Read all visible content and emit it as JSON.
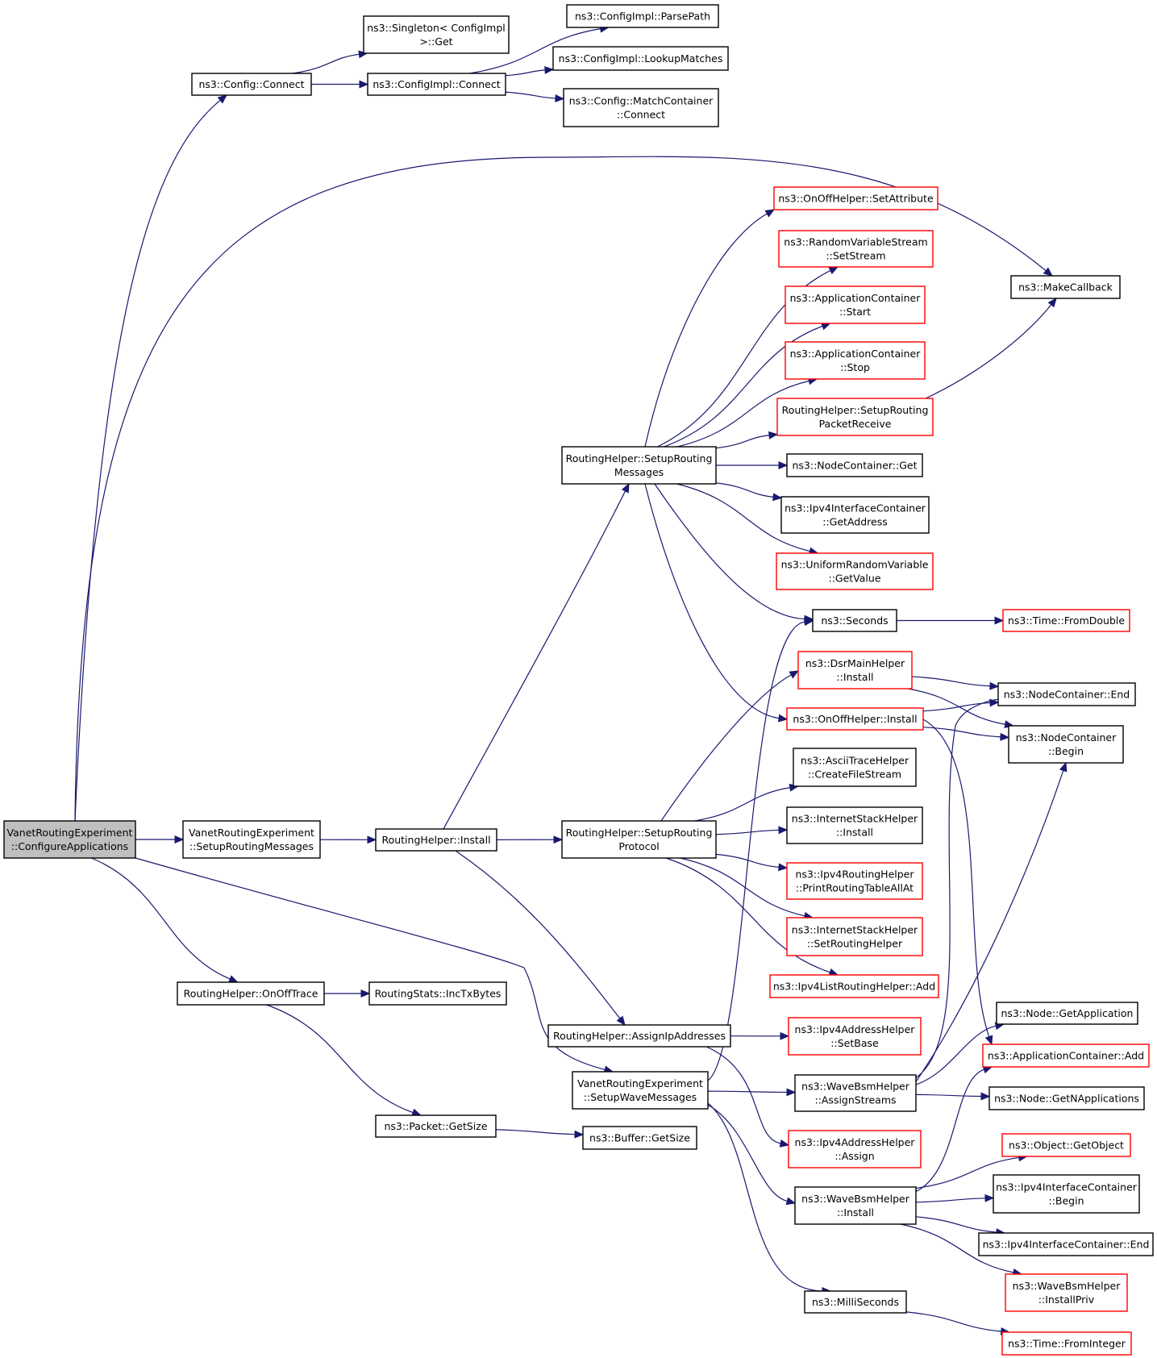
{
  "colors": {
    "edge": "#191970",
    "normal_border": "#000000",
    "truncated_border": "#ff0000",
    "root_fill": "#bfbfbf",
    "node_fill": "#ffffff"
  },
  "nodes": [
    {
      "id": "root",
      "lines": [
        "VanetRoutingExperiment",
        "::ConfigureApplications"
      ],
      "style": "root"
    },
    {
      "id": "cfg_connect",
      "lines": [
        "ns3::Config::Connect"
      ],
      "style": "normal"
    },
    {
      "id": "singleton_get",
      "lines": [
        "ns3::Singleton< ConfigImpl",
        ">::Get"
      ],
      "style": "normal"
    },
    {
      "id": "cfgimpl_connect",
      "lines": [
        "ns3::ConfigImpl::Connect"
      ],
      "style": "normal"
    },
    {
      "id": "parsepath",
      "lines": [
        "ns3::ConfigImpl::ParsePath"
      ],
      "style": "normal"
    },
    {
      "id": "lookupmatches",
      "lines": [
        "ns3::ConfigImpl::LookupMatches"
      ],
      "style": "normal"
    },
    {
      "id": "matchcontainer",
      "lines": [
        "ns3::Config::MatchContainer",
        "::Connect"
      ],
      "style": "normal"
    },
    {
      "id": "makecallback",
      "lines": [
        "ns3::MakeCallback"
      ],
      "style": "normal"
    },
    {
      "id": "onoff_setattr",
      "lines": [
        "ns3::OnOffHelper::SetAttribute"
      ],
      "style": "truncated"
    },
    {
      "id": "rvs_setstream",
      "lines": [
        "ns3::RandomVariableStream",
        "::SetStream"
      ],
      "style": "truncated"
    },
    {
      "id": "appc_start",
      "lines": [
        "ns3::ApplicationContainer",
        "::Start"
      ],
      "style": "truncated"
    },
    {
      "id": "appc_stop",
      "lines": [
        "ns3::ApplicationContainer",
        "::Stop"
      ],
      "style": "truncated"
    },
    {
      "id": "rh_setup_recv",
      "lines": [
        "RoutingHelper::SetupRouting",
        "PacketReceive"
      ],
      "style": "truncated"
    },
    {
      "id": "rh_setup_msgs",
      "lines": [
        "RoutingHelper::SetupRouting",
        "Messages"
      ],
      "style": "normal"
    },
    {
      "id": "nc_get",
      "lines": [
        "ns3::NodeContainer::Get"
      ],
      "style": "normal"
    },
    {
      "id": "ipv4ic_getaddr",
      "lines": [
        "ns3::Ipv4InterfaceContainer",
        "::GetAddress"
      ],
      "style": "normal"
    },
    {
      "id": "urv_getvalue",
      "lines": [
        "ns3::UniformRandomVariable",
        "::GetValue"
      ],
      "style": "truncated"
    },
    {
      "id": "seconds",
      "lines": [
        "ns3::Seconds"
      ],
      "style": "normal"
    },
    {
      "id": "time_fromdouble",
      "lines": [
        "ns3::Time::FromDouble"
      ],
      "style": "truncated"
    },
    {
      "id": "dsr_install",
      "lines": [
        "ns3::DsrMainHelper",
        "::Install"
      ],
      "style": "truncated"
    },
    {
      "id": "nc_end",
      "lines": [
        "ns3::NodeContainer::End"
      ],
      "style": "normal"
    },
    {
      "id": "onoff_install",
      "lines": [
        "ns3::OnOffHelper::Install"
      ],
      "style": "truncated"
    },
    {
      "id": "nc_begin",
      "lines": [
        "ns3::NodeContainer",
        "::Begin"
      ],
      "style": "normal"
    },
    {
      "id": "ascii_create",
      "lines": [
        "ns3::AsciiTraceHelper",
        "::CreateFileStream"
      ],
      "style": "normal"
    },
    {
      "id": "vre_setup_msgs",
      "lines": [
        "VanetRoutingExperiment",
        "::SetupRoutingMessages"
      ],
      "style": "normal"
    },
    {
      "id": "rh_install",
      "lines": [
        "RoutingHelper::Install"
      ],
      "style": "normal"
    },
    {
      "id": "rh_setup_proto",
      "lines": [
        "RoutingHelper::SetupRouting",
        "Protocol"
      ],
      "style": "normal"
    },
    {
      "id": "ish_install",
      "lines": [
        "ns3::InternetStackHelper",
        "::Install"
      ],
      "style": "normal"
    },
    {
      "id": "ipv4rh_print",
      "lines": [
        "ns3::Ipv4RoutingHelper",
        "::PrintRoutingTableAllAt"
      ],
      "style": "truncated"
    },
    {
      "id": "ish_setrouting",
      "lines": [
        "ns3::InternetStackHelper",
        "::SetRoutingHelper"
      ],
      "style": "truncated"
    },
    {
      "id": "ipv4list_add",
      "lines": [
        "ns3::Ipv4ListRoutingHelper::Add"
      ],
      "style": "truncated"
    },
    {
      "id": "rh_onofftrace",
      "lines": [
        "RoutingHelper::OnOffTrace"
      ],
      "style": "normal"
    },
    {
      "id": "rs_inctx",
      "lines": [
        "RoutingStats::IncTxBytes"
      ],
      "style": "normal"
    },
    {
      "id": "node_getapp",
      "lines": [
        "ns3::Node::GetApplication"
      ],
      "style": "normal"
    },
    {
      "id": "rh_assignip",
      "lines": [
        "RoutingHelper::AssignIpAddresses"
      ],
      "style": "normal"
    },
    {
      "id": "ipv4ah_setbase",
      "lines": [
        "ns3::Ipv4AddressHelper",
        "::SetBase"
      ],
      "style": "truncated"
    },
    {
      "id": "appc_add",
      "lines": [
        "ns3::ApplicationContainer::Add"
      ],
      "style": "truncated"
    },
    {
      "id": "vre_setup_wave",
      "lines": [
        "VanetRoutingExperiment",
        "::SetupWaveMessages"
      ],
      "style": "normal"
    },
    {
      "id": "wbsm_assign",
      "lines": [
        "ns3::WaveBsmHelper",
        "::AssignStreams"
      ],
      "style": "normal"
    },
    {
      "id": "node_getn",
      "lines": [
        "ns3::Node::GetNApplications"
      ],
      "style": "normal"
    },
    {
      "id": "packet_getsize",
      "lines": [
        "ns3::Packet::GetSize"
      ],
      "style": "normal"
    },
    {
      "id": "buffer_getsize",
      "lines": [
        "ns3::Buffer::GetSize"
      ],
      "style": "normal"
    },
    {
      "id": "ipv4ah_assign",
      "lines": [
        "ns3::Ipv4AddressHelper",
        "::Assign"
      ],
      "style": "truncated"
    },
    {
      "id": "object_getobject",
      "lines": [
        "ns3::Object::GetObject"
      ],
      "style": "truncated"
    },
    {
      "id": "wbsm_install",
      "lines": [
        "ns3::WaveBsmHelper",
        "::Install"
      ],
      "style": "normal"
    },
    {
      "id": "ipv4ic_begin",
      "lines": [
        "ns3::Ipv4InterfaceContainer",
        "::Begin"
      ],
      "style": "normal"
    },
    {
      "id": "ipv4ic_end",
      "lines": [
        "ns3::Ipv4InterfaceContainer::End"
      ],
      "style": "normal"
    },
    {
      "id": "wbsm_installpriv",
      "lines": [
        "ns3::WaveBsmHelper",
        "::InstallPriv"
      ],
      "style": "truncated"
    },
    {
      "id": "milliseconds",
      "lines": [
        "ns3::MilliSeconds"
      ],
      "style": "normal"
    },
    {
      "id": "time_frominteger",
      "lines": [
        "ns3::Time::FromInteger"
      ],
      "style": "truncated"
    }
  ],
  "edges": [
    [
      "root",
      "cfg_connect"
    ],
    [
      "root",
      "makecallback"
    ],
    [
      "root",
      "vre_setup_msgs"
    ],
    [
      "root",
      "rh_onofftrace"
    ],
    [
      "root",
      "vre_setup_wave"
    ],
    [
      "cfg_connect",
      "singleton_get"
    ],
    [
      "cfg_connect",
      "cfgimpl_connect"
    ],
    [
      "cfgimpl_connect",
      "parsepath"
    ],
    [
      "cfgimpl_connect",
      "lookupmatches"
    ],
    [
      "cfgimpl_connect",
      "matchcontainer"
    ],
    [
      "vre_setup_msgs",
      "rh_install"
    ],
    [
      "rh_install",
      "rh_setup_msgs"
    ],
    [
      "rh_install",
      "rh_setup_proto"
    ],
    [
      "rh_install",
      "rh_assignip"
    ],
    [
      "rh_setup_msgs",
      "onoff_setattr"
    ],
    [
      "rh_setup_msgs",
      "rvs_setstream"
    ],
    [
      "rh_setup_msgs",
      "appc_start"
    ],
    [
      "rh_setup_msgs",
      "appc_stop"
    ],
    [
      "rh_setup_msgs",
      "rh_setup_recv"
    ],
    [
      "rh_setup_msgs",
      "nc_get"
    ],
    [
      "rh_setup_msgs",
      "ipv4ic_getaddr"
    ],
    [
      "rh_setup_msgs",
      "urv_getvalue"
    ],
    [
      "rh_setup_msgs",
      "seconds"
    ],
    [
      "rh_setup_msgs",
      "onoff_install"
    ],
    [
      "rh_setup_recv",
      "makecallback"
    ],
    [
      "seconds",
      "time_fromdouble"
    ],
    [
      "dsr_install",
      "nc_end"
    ],
    [
      "dsr_install",
      "nc_begin"
    ],
    [
      "onoff_install",
      "nc_end"
    ],
    [
      "onoff_install",
      "nc_begin"
    ],
    [
      "onoff_install",
      "appc_add"
    ],
    [
      "rh_setup_proto",
      "dsr_install"
    ],
    [
      "rh_setup_proto",
      "ascii_create"
    ],
    [
      "rh_setup_proto",
      "ish_install"
    ],
    [
      "rh_setup_proto",
      "ipv4rh_print"
    ],
    [
      "rh_setup_proto",
      "ish_setrouting"
    ],
    [
      "rh_setup_proto",
      "ipv4list_add"
    ],
    [
      "rh_onofftrace",
      "rs_inctx"
    ],
    [
      "rh_onofftrace",
      "packet_getsize"
    ],
    [
      "packet_getsize",
      "buffer_getsize"
    ],
    [
      "rh_assignip",
      "ipv4ah_setbase"
    ],
    [
      "rh_assignip",
      "ipv4ah_assign"
    ],
    [
      "vre_setup_wave",
      "seconds"
    ],
    [
      "vre_setup_wave",
      "wbsm_assign"
    ],
    [
      "vre_setup_wave",
      "wbsm_install"
    ],
    [
      "vre_setup_wave",
      "milliseconds"
    ],
    [
      "wbsm_assign",
      "nc_end"
    ],
    [
      "wbsm_assign",
      "nc_begin"
    ],
    [
      "wbsm_assign",
      "node_getapp"
    ],
    [
      "wbsm_assign",
      "node_getn"
    ],
    [
      "wbsm_install",
      "appc_add"
    ],
    [
      "wbsm_install",
      "object_getobject"
    ],
    [
      "wbsm_install",
      "ipv4ic_begin"
    ],
    [
      "wbsm_install",
      "ipv4ic_end"
    ],
    [
      "wbsm_install",
      "wbsm_installpriv"
    ],
    [
      "milliseconds",
      "time_frominteger"
    ]
  ]
}
